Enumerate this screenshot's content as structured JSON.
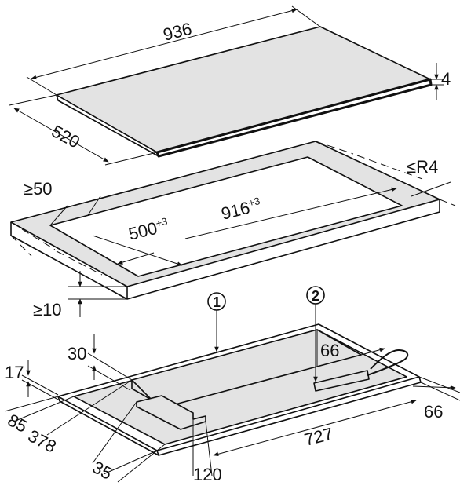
{
  "hob": {
    "width": "936",
    "depth": "520",
    "thickness": "4"
  },
  "cutout": {
    "front_margin": "≥50",
    "depth_base": "500",
    "depth_tol": "+3",
    "width_base": "916",
    "width_tol": "+3",
    "corner_radius": "≤R4",
    "worktop_thickness": "≥10"
  },
  "underside": {
    "callout_1": "1",
    "callout_2": "2",
    "dim_30": "30",
    "dim_17": "17",
    "dim_85": "85",
    "dim_378": "378",
    "dim_35": "35",
    "dim_120": "120",
    "dim_727": "727",
    "dim_66_top": "66",
    "dim_66_side": "66"
  }
}
